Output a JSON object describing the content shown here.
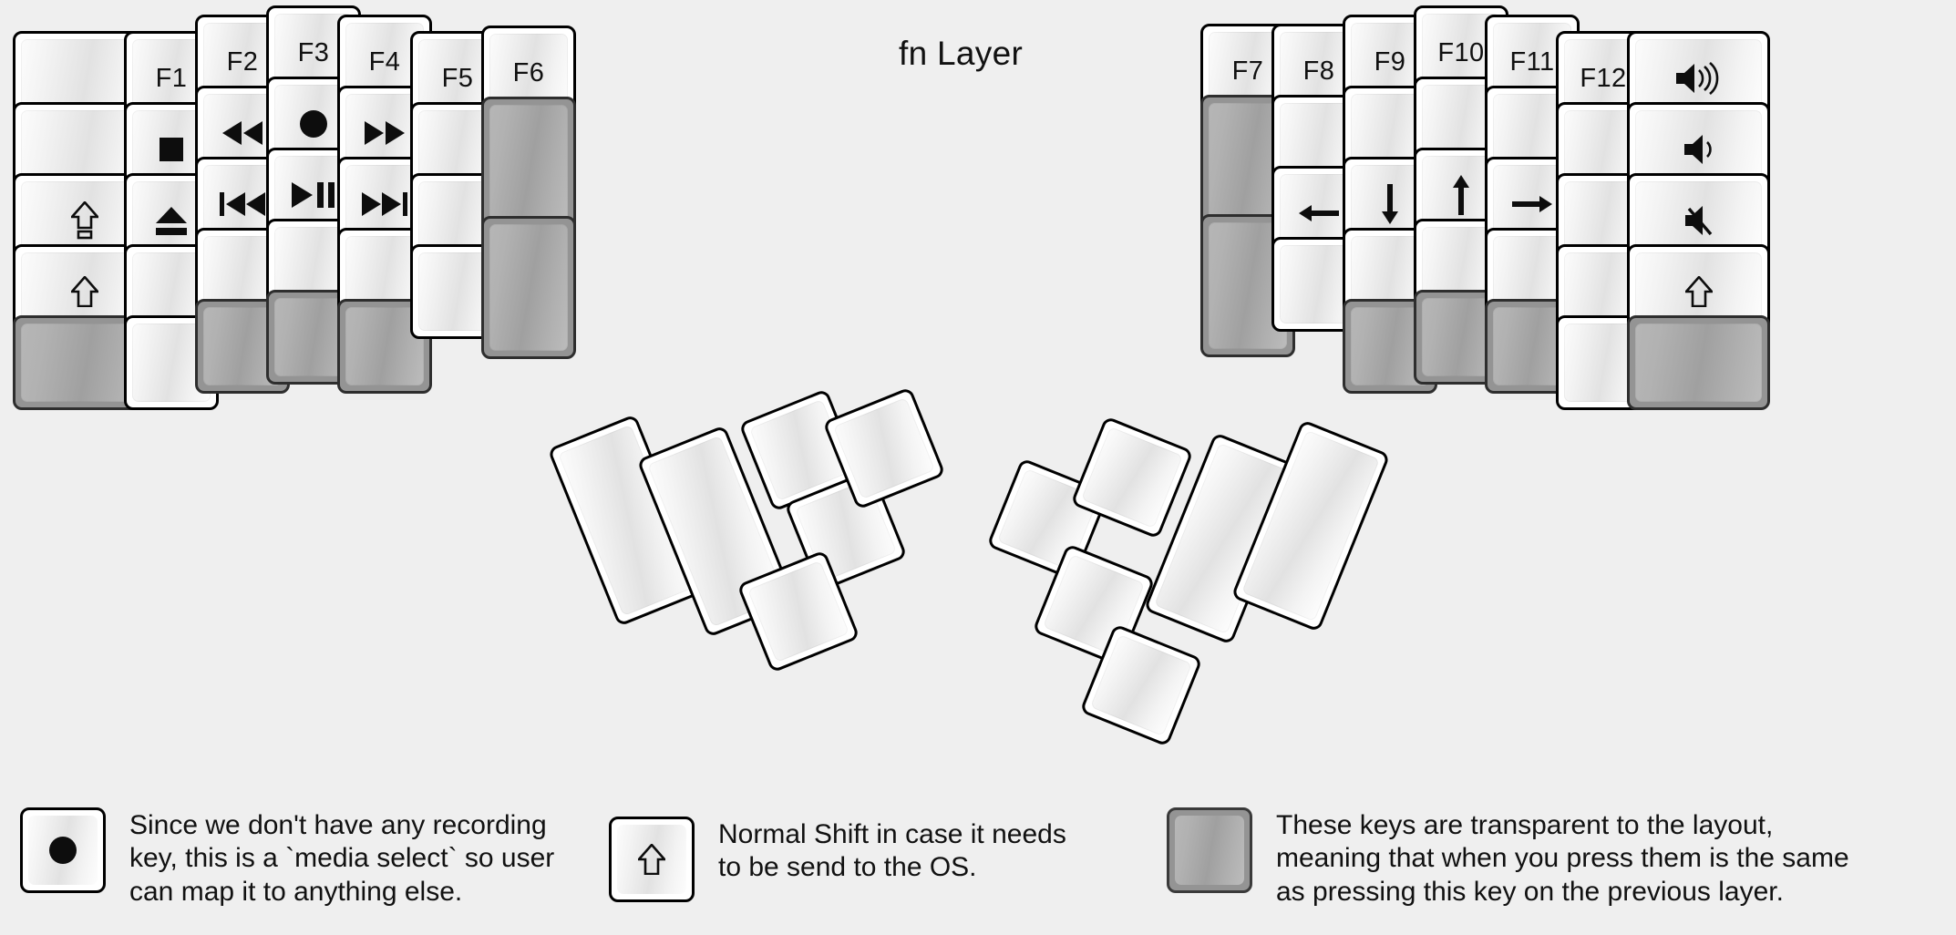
{
  "title": "fn Layer",
  "colors": {
    "background": "#efefef",
    "key_face": "#ffffff",
    "key_border": "#000000",
    "transparent_key": "#949494",
    "text": "#111111"
  },
  "left_half": {
    "name": "left-keyboard-half",
    "keys": [
      {
        "id": "l-c1-r1",
        "label": "",
        "icon": "",
        "type": "normal",
        "w": 1.5,
        "h": 1
      },
      {
        "id": "l-c1-r2",
        "label": "",
        "icon": "",
        "type": "normal",
        "w": 1.5,
        "h": 1
      },
      {
        "id": "l-c1-r3",
        "label": "",
        "icon": "caps-lock-icon",
        "type": "normal",
        "w": 1.5,
        "h": 1
      },
      {
        "id": "l-c1-r4",
        "label": "",
        "icon": "shift-icon",
        "type": "normal",
        "w": 1.5,
        "h": 1
      },
      {
        "id": "l-c1-r5",
        "label": "",
        "icon": "",
        "type": "transparent",
        "w": 1,
        "h": 1
      },
      {
        "id": "l-c2-r1",
        "label": "F1",
        "icon": "",
        "type": "normal",
        "w": 1,
        "h": 1
      },
      {
        "id": "l-c2-r2",
        "label": "",
        "icon": "media-stop-icon",
        "type": "normal",
        "w": 1,
        "h": 1
      },
      {
        "id": "l-c2-r3",
        "label": "",
        "icon": "media-eject-icon",
        "type": "normal",
        "w": 1,
        "h": 1
      },
      {
        "id": "l-c2-r4",
        "label": "",
        "icon": "",
        "type": "normal",
        "w": 1,
        "h": 1
      },
      {
        "id": "l-c2-r5",
        "label": "",
        "icon": "",
        "type": "normal",
        "w": 1,
        "h": 1
      },
      {
        "id": "l-c3-r1",
        "label": "F2",
        "icon": "",
        "type": "normal",
        "w": 1,
        "h": 1
      },
      {
        "id": "l-c3-r2",
        "label": "",
        "icon": "media-rewind-icon",
        "type": "normal",
        "w": 1,
        "h": 1
      },
      {
        "id": "l-c3-r3",
        "label": "",
        "icon": "media-previous-icon",
        "type": "normal",
        "w": 1,
        "h": 1
      },
      {
        "id": "l-c3-r4",
        "label": "",
        "icon": "",
        "type": "normal",
        "w": 1,
        "h": 1
      },
      {
        "id": "l-c3-r5",
        "label": "",
        "icon": "",
        "type": "transparent",
        "w": 1,
        "h": 1
      },
      {
        "id": "l-c4-r1",
        "label": "F3",
        "icon": "",
        "type": "normal",
        "w": 1,
        "h": 1
      },
      {
        "id": "l-c4-r2",
        "label": "",
        "icon": "media-record-icon",
        "type": "normal",
        "w": 1,
        "h": 1
      },
      {
        "id": "l-c4-r3",
        "label": "",
        "icon": "media-play-pause-icon",
        "type": "normal",
        "w": 1,
        "h": 1
      },
      {
        "id": "l-c4-r4",
        "label": "",
        "icon": "",
        "type": "normal",
        "w": 1,
        "h": 1
      },
      {
        "id": "l-c4-r5",
        "label": "",
        "icon": "",
        "type": "transparent",
        "w": 1,
        "h": 1
      },
      {
        "id": "l-c5-r1",
        "label": "F4",
        "icon": "",
        "type": "normal",
        "w": 1,
        "h": 1
      },
      {
        "id": "l-c5-r2",
        "label": "",
        "icon": "media-fast-forward-icon",
        "type": "normal",
        "w": 1,
        "h": 1
      },
      {
        "id": "l-c5-r3",
        "label": "",
        "icon": "media-next-icon",
        "type": "normal",
        "w": 1,
        "h": 1
      },
      {
        "id": "l-c5-r4",
        "label": "",
        "icon": "",
        "type": "normal",
        "w": 1,
        "h": 1
      },
      {
        "id": "l-c5-r5",
        "label": "",
        "icon": "",
        "type": "transparent",
        "w": 1,
        "h": 1
      },
      {
        "id": "l-c6-r1",
        "label": "F5",
        "icon": "",
        "type": "normal",
        "w": 1,
        "h": 1
      },
      {
        "id": "l-c6-r2",
        "label": "",
        "icon": "",
        "type": "normal",
        "w": 1,
        "h": 1
      },
      {
        "id": "l-c6-r3",
        "label": "",
        "icon": "",
        "type": "normal",
        "w": 1,
        "h": 1
      },
      {
        "id": "l-c6-r4",
        "label": "",
        "icon": "",
        "type": "normal",
        "w": 1,
        "h": 1
      },
      {
        "id": "l-c7-r1",
        "label": "F6",
        "icon": "",
        "type": "normal",
        "w": 1,
        "h": 1
      },
      {
        "id": "l-c7-r2",
        "label": "",
        "icon": "",
        "type": "transparent",
        "w": 1,
        "h": 1.5
      },
      {
        "id": "l-c7-r3",
        "label": "",
        "icon": "",
        "type": "transparent",
        "w": 1,
        "h": 1.5
      }
    ]
  },
  "right_half": {
    "name": "right-keyboard-half",
    "keys": [
      {
        "id": "r-c1-r1",
        "label": "F7",
        "icon": "",
        "type": "normal",
        "w": 1,
        "h": 1
      },
      {
        "id": "r-c1-r2",
        "label": "",
        "icon": "",
        "type": "transparent",
        "w": 1,
        "h": 1.5
      },
      {
        "id": "r-c1-r3",
        "label": "",
        "icon": "",
        "type": "transparent",
        "w": 1,
        "h": 1.5
      },
      {
        "id": "r-c2-r1",
        "label": "F8",
        "icon": "",
        "type": "normal",
        "w": 1,
        "h": 1
      },
      {
        "id": "r-c2-r2",
        "label": "",
        "icon": "",
        "type": "normal",
        "w": 1,
        "h": 1
      },
      {
        "id": "r-c2-r3",
        "label": "",
        "icon": "arrow-left-icon",
        "type": "normal",
        "w": 1,
        "h": 1
      },
      {
        "id": "r-c2-r4",
        "label": "",
        "icon": "",
        "type": "normal",
        "w": 1,
        "h": 1
      },
      {
        "id": "r-c3-r1",
        "label": "F9",
        "icon": "",
        "type": "normal",
        "w": 1,
        "h": 1
      },
      {
        "id": "r-c3-r2",
        "label": "",
        "icon": "",
        "type": "normal",
        "w": 1,
        "h": 1
      },
      {
        "id": "r-c3-r3",
        "label": "",
        "icon": "arrow-down-icon",
        "type": "normal",
        "w": 1,
        "h": 1
      },
      {
        "id": "r-c3-r4",
        "label": "",
        "icon": "",
        "type": "normal",
        "w": 1,
        "h": 1
      },
      {
        "id": "r-c3-r5",
        "label": "",
        "icon": "",
        "type": "transparent",
        "w": 1,
        "h": 1
      },
      {
        "id": "r-c4-r1",
        "label": "F10",
        "icon": "",
        "type": "normal",
        "w": 1,
        "h": 1
      },
      {
        "id": "r-c4-r2",
        "label": "",
        "icon": "",
        "type": "normal",
        "w": 1,
        "h": 1
      },
      {
        "id": "r-c4-r3",
        "label": "",
        "icon": "arrow-up-icon",
        "type": "normal",
        "w": 1,
        "h": 1
      },
      {
        "id": "r-c4-r4",
        "label": "",
        "icon": "",
        "type": "normal",
        "w": 1,
        "h": 1
      },
      {
        "id": "r-c4-r5",
        "label": "",
        "icon": "",
        "type": "transparent",
        "w": 1,
        "h": 1
      },
      {
        "id": "r-c5-r1",
        "label": "F11",
        "icon": "",
        "type": "normal",
        "w": 1,
        "h": 1
      },
      {
        "id": "r-c5-r2",
        "label": "",
        "icon": "",
        "type": "normal",
        "w": 1,
        "h": 1
      },
      {
        "id": "r-c5-r3",
        "label": "",
        "icon": "arrow-right-icon",
        "type": "normal",
        "w": 1,
        "h": 1
      },
      {
        "id": "r-c5-r4",
        "label": "",
        "icon": "",
        "type": "normal",
        "w": 1,
        "h": 1
      },
      {
        "id": "r-c5-r5",
        "label": "",
        "icon": "",
        "type": "transparent",
        "w": 1,
        "h": 1
      },
      {
        "id": "r-c6-r1",
        "label": "F12",
        "icon": "",
        "type": "normal",
        "w": 1,
        "h": 1
      },
      {
        "id": "r-c6-r2",
        "label": "",
        "icon": "",
        "type": "normal",
        "w": 1,
        "h": 1
      },
      {
        "id": "r-c6-r3",
        "label": "",
        "icon": "",
        "type": "normal",
        "w": 1,
        "h": 1
      },
      {
        "id": "r-c6-r4",
        "label": "",
        "icon": "",
        "type": "normal",
        "w": 1,
        "h": 1
      },
      {
        "id": "r-c6-r5",
        "label": "",
        "icon": "",
        "type": "normal",
        "w": 1,
        "h": 1
      },
      {
        "id": "r-c7-r1",
        "label": "",
        "icon": "volume-up-icon",
        "type": "normal",
        "w": 1.5,
        "h": 1
      },
      {
        "id": "r-c7-r2",
        "label": "",
        "icon": "volume-down-icon",
        "type": "normal",
        "w": 1.5,
        "h": 1
      },
      {
        "id": "r-c7-r3",
        "label": "",
        "icon": "volume-mute-icon",
        "type": "normal",
        "w": 1.5,
        "h": 1
      },
      {
        "id": "r-c7-r4",
        "label": "",
        "icon": "shift-icon",
        "type": "normal",
        "w": 1.5,
        "h": 1
      },
      {
        "id": "r-c7-r5",
        "label": "",
        "icon": "",
        "type": "transparent",
        "w": 1,
        "h": 1
      }
    ]
  },
  "left_thumb": {
    "name": "left-thumb-cluster",
    "keys": [
      {
        "id": "lt-1",
        "label": "",
        "icon": "",
        "type": "normal",
        "w": 1,
        "h": 2
      },
      {
        "id": "lt-2",
        "label": "",
        "icon": "",
        "type": "normal",
        "w": 1,
        "h": 2
      },
      {
        "id": "lt-3",
        "label": "",
        "icon": "",
        "type": "normal",
        "w": 1,
        "h": 1
      },
      {
        "id": "lt-4",
        "label": "",
        "icon": "",
        "type": "normal",
        "w": 1,
        "h": 1
      },
      {
        "id": "lt-5",
        "label": "",
        "icon": "",
        "type": "normal",
        "w": 1,
        "h": 1
      },
      {
        "id": "lt-6",
        "label": "",
        "icon": "",
        "type": "normal",
        "w": 1,
        "h": 1
      }
    ]
  },
  "right_thumb": {
    "name": "right-thumb-cluster",
    "keys": [
      {
        "id": "rt-1",
        "label": "",
        "icon": "",
        "type": "normal",
        "w": 1,
        "h": 1
      },
      {
        "id": "rt-2",
        "label": "",
        "icon": "",
        "type": "normal",
        "w": 1,
        "h": 1
      },
      {
        "id": "rt-3",
        "label": "",
        "icon": "",
        "type": "normal",
        "w": 1,
        "h": 1
      },
      {
        "id": "rt-4",
        "label": "",
        "icon": "",
        "type": "normal",
        "w": 1,
        "h": 1
      },
      {
        "id": "rt-5",
        "label": "",
        "icon": "",
        "type": "normal",
        "w": 1,
        "h": 2
      },
      {
        "id": "rt-6",
        "label": "",
        "icon": "",
        "type": "normal",
        "w": 1,
        "h": 2
      }
    ]
  },
  "legend": {
    "items": [
      {
        "id": "legend-media-select",
        "key_icon": "media-record-icon",
        "key_type": "normal",
        "text": "Since we don't have any recording\nkey, this is a `media select` so user\ncan map it to anything else."
      },
      {
        "id": "legend-normal-shift",
        "key_icon": "shift-icon",
        "key_type": "normal",
        "text": "Normal Shift in case it needs\nto be send to the OS."
      },
      {
        "id": "legend-transparent",
        "key_icon": "",
        "key_type": "transparent",
        "text": "These keys are transparent to the layout,\nmeaning that when you press them is the same\nas pressing this key on the previous layer."
      }
    ]
  }
}
